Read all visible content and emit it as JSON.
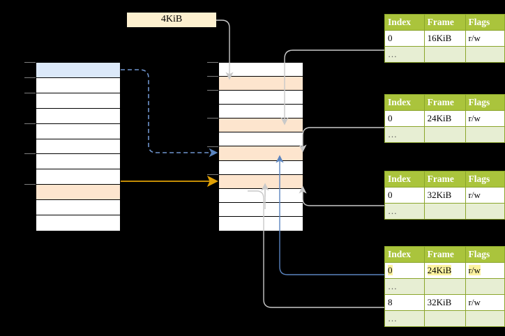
{
  "diagram": {
    "title_label": "4KiB",
    "colors": {
      "header_green": "#aac43c",
      "border_green": "#8aa52b",
      "ellipsis_row": "#e7eed3",
      "highlight_yellow": "#fcf3a0",
      "row_blue": "#dce9f9",
      "row_orange": "#fde5ce",
      "label_cream": "#fdf0cf",
      "arrow_blue": "#4f7fc1",
      "arrow_orange": "#e0a106",
      "arrow_gray": "#c9c9c9"
    }
  },
  "left_column": {
    "name": "virtual-address-space",
    "row_count": 11,
    "rows": [
      {
        "fill": "blue"
      },
      {
        "fill": "white"
      },
      {
        "fill": "white"
      },
      {
        "fill": "white"
      },
      {
        "fill": "white"
      },
      {
        "fill": "white"
      },
      {
        "fill": "white"
      },
      {
        "fill": "white"
      },
      {
        "fill": "orange"
      },
      {
        "fill": "white"
      },
      {
        "fill": "white"
      }
    ]
  },
  "middle_column": {
    "name": "physical-memory",
    "row_count": 12,
    "rows": [
      {
        "fill": "white"
      },
      {
        "fill": "orange"
      },
      {
        "fill": "white"
      },
      {
        "fill": "white"
      },
      {
        "fill": "orange"
      },
      {
        "fill": "white"
      },
      {
        "fill": "orange"
      },
      {
        "fill": "white"
      },
      {
        "fill": "orange"
      },
      {
        "fill": "white"
      },
      {
        "fill": "white"
      },
      {
        "fill": "white"
      }
    ]
  },
  "tables": [
    {
      "name": "page-table-1",
      "headers": [
        "Index",
        "Frame",
        "Flags"
      ],
      "rows": [
        {
          "cells": [
            "0",
            "16KiB",
            "r/w"
          ],
          "style": "normal"
        },
        {
          "cells": [
            "…",
            "",
            ""
          ],
          "style": "ellipsis"
        }
      ]
    },
    {
      "name": "page-table-2",
      "headers": [
        "Index",
        "Frame",
        "Flags"
      ],
      "rows": [
        {
          "cells": [
            "0",
            "24KiB",
            "r/w"
          ],
          "style": "normal"
        },
        {
          "cells": [
            "…",
            "",
            ""
          ],
          "style": "ellipsis"
        }
      ]
    },
    {
      "name": "page-table-3",
      "headers": [
        "Index",
        "Frame",
        "Flags"
      ],
      "rows": [
        {
          "cells": [
            "0",
            "32KiB",
            "r/w"
          ],
          "style": "normal"
        },
        {
          "cells": [
            "…",
            "",
            ""
          ],
          "style": "ellipsis"
        }
      ]
    },
    {
      "name": "page-table-4",
      "headers": [
        "Index",
        "Frame",
        "Flags"
      ],
      "rows": [
        {
          "cells": [
            "0",
            "24KiB",
            "r/w"
          ],
          "style": "highlight"
        },
        {
          "cells": [
            "…",
            "",
            ""
          ],
          "style": "ellipsis"
        },
        {
          "cells": [
            "8",
            "32KiB",
            "r/w"
          ],
          "style": "normal"
        },
        {
          "cells": [
            "…",
            "",
            ""
          ],
          "style": "ellipsis"
        }
      ]
    }
  ]
}
